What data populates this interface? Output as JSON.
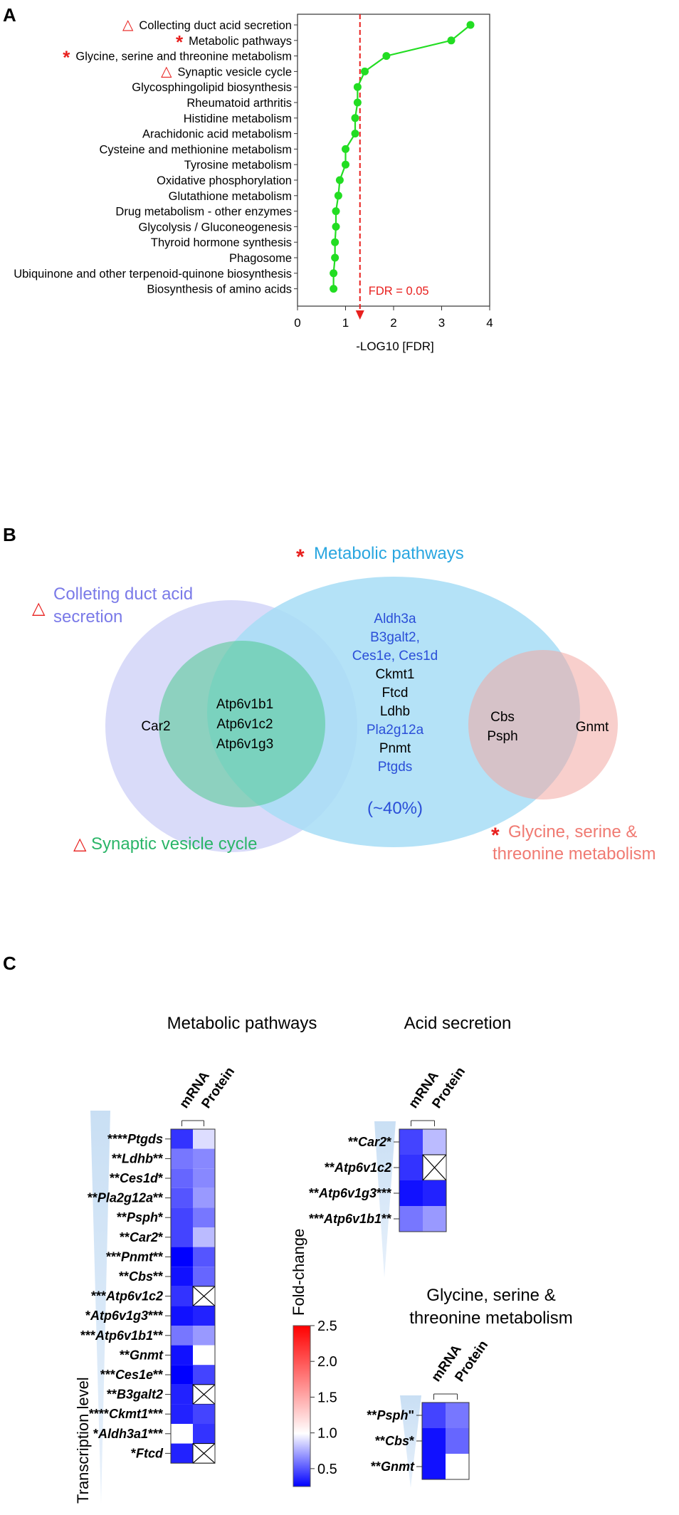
{
  "panel_labels": [
    "A",
    "B",
    "C"
  ],
  "colors": {
    "line": "#22dd22",
    "threshold": "#e8201e",
    "marker": "#e8201e",
    "venn_blue_circle": "#c5c8f6",
    "venn_green_circle": "#6fd6a6",
    "venn_cyan_ellipse": "#a7ddf6",
    "venn_pink_circle": "#f6c4c0",
    "gene_blue": "#2b4fd8",
    "heat_low": "#0000ff",
    "heat_mid": "#ffffff",
    "heat_high": "#ff0000"
  },
  "chart_data": [
    {
      "type": "line",
      "categories": [
        "Collecting duct acid secretion",
        "Metabolic pathways",
        "Glycine, serine and threonine metabolism",
        "Synaptic vesicle cycle",
        "Glycosphingolipid biosynthesis",
        "Rheumatoid arthritis",
        "Histidine metabolism",
        "Arachidonic acid metabolism",
        "Cysteine and methionine metabolism",
        "Tyrosine metabolism",
        "Oxidative phosphorylation",
        "Glutathione metabolism",
        "Drug metabolism - other enzymes",
        "Glycolysis / Gluconeogenesis",
        "Thyroid hormone synthesis",
        "Phagosome",
        "Ubiquinone and other terpenoid-quinone biosynthesis",
        "Biosynthesis of amino acids"
      ],
      "values": [
        3.6,
        3.2,
        1.85,
        1.4,
        1.25,
        1.25,
        1.2,
        1.2,
        1.0,
        1.0,
        0.88,
        0.85,
        0.8,
        0.8,
        0.78,
        0.78,
        0.75,
        0.75
      ],
      "markers": [
        "triangle",
        "star",
        "star",
        "triangle",
        "",
        "",
        "",
        "",
        "",
        "",
        "",
        "",
        "",
        "",
        "",
        "",
        "",
        ""
      ],
      "xlabel": "-LOG10 [FDR]",
      "xlim": [
        0,
        4
      ],
      "xticks": [
        "0",
        "1",
        "2",
        "3",
        "4"
      ],
      "threshold": 1.3,
      "threshold_label": "FDR = 0.05"
    },
    {
      "type": "heatmap",
      "title": "Metabolic pathways",
      "columns": [
        "mRNA",
        "Protein"
      ],
      "rows": [
        {
          "pre": "****",
          "gene": "Ptgds",
          "post": ""
        },
        {
          "pre": "**",
          "gene": "Ldhb",
          "post": "**"
        },
        {
          "pre": "**",
          "gene": "Ces1d",
          "post": "*"
        },
        {
          "pre": "**",
          "gene": "Pla2g12a",
          "post": "**"
        },
        {
          "pre": "**",
          "gene": "Psph",
          "post": "*"
        },
        {
          "pre": "**",
          "gene": "Car2",
          "post": "*"
        },
        {
          "pre": "***",
          "gene": "Pnmt",
          "post": "**"
        },
        {
          "pre": "**",
          "gene": "Cbs",
          "post": "**"
        },
        {
          "pre": "***",
          "gene": "Atp6v1c2",
          "post": ""
        },
        {
          "pre": "*",
          "gene": "Atp6v1g3",
          "post": "***"
        },
        {
          "pre": "***",
          "gene": "Atp6v1b1",
          "post": "**"
        },
        {
          "pre": "**",
          "gene": "Gnmt",
          "post": ""
        },
        {
          "pre": "***",
          "gene": "Ces1e",
          "post": "**"
        },
        {
          "pre": "**",
          "gene": "B3galt2",
          "post": ""
        },
        {
          "pre": "****",
          "gene": "Ckmt1",
          "post": "***"
        },
        {
          "pre": "*",
          "gene": "Aldh3a1",
          "post": "***"
        },
        {
          "pre": "*",
          "gene": "Ftcd",
          "post": ""
        }
      ],
      "values": [
        [
          0.4,
          0.9
        ],
        [
          0.6,
          0.65
        ],
        [
          0.55,
          0.65
        ],
        [
          0.5,
          0.7
        ],
        [
          0.45,
          0.6
        ],
        [
          0.45,
          0.8
        ],
        [
          0.2,
          0.5
        ],
        [
          0.3,
          0.55
        ],
        [
          0.4,
          null
        ],
        [
          0.3,
          0.35
        ],
        [
          0.6,
          0.7
        ],
        [
          0.3,
          1.0
        ],
        [
          0.2,
          0.45
        ],
        [
          0.35,
          null
        ],
        [
          0.35,
          0.45
        ],
        [
          1.0,
          0.4
        ],
        [
          0.35,
          null
        ]
      ]
    },
    {
      "type": "heatmap",
      "title": "Acid secretion",
      "columns": [
        "mRNA",
        "Protein"
      ],
      "rows": [
        {
          "pre": "**",
          "gene": "Car2",
          "post": "*"
        },
        {
          "pre": "**",
          "gene": "Atp6v1c2",
          "post": ""
        },
        {
          "pre": "**",
          "gene": "Atp6v1g3",
          "post": "***"
        },
        {
          "pre": "***",
          "gene": "Atp6v1b1",
          "post": "**"
        }
      ],
      "values": [
        [
          0.45,
          0.8
        ],
        [
          0.4,
          null
        ],
        [
          0.3,
          0.35
        ],
        [
          0.6,
          0.7
        ]
      ]
    },
    {
      "type": "heatmap",
      "title": "Glycine, serine & threonine metabolism",
      "columns": [
        "mRNA",
        "Protein"
      ],
      "rows": [
        {
          "pre": "**",
          "gene": "Psph",
          "post": "\""
        },
        {
          "pre": "**",
          "gene": "Cbs",
          "post": "*"
        },
        {
          "pre": "**",
          "gene": "Gnmt",
          "post": ""
        }
      ],
      "values": [
        [
          0.45,
          0.6
        ],
        [
          0.3,
          0.55
        ],
        [
          0.3,
          1.0
        ]
      ]
    }
  ],
  "colorbar": {
    "label": "Fold-change",
    "ticks": [
      "2.5",
      "2.0",
      "1.5",
      "1.0",
      "0.5"
    ],
    "range": [
      0.25,
      2.5
    ]
  },
  "transcription_label": "Transcription level",
  "venn": {
    "title_metabolic": "Metabolic pathways",
    "title_colleting": "Colleting duct acid secretion",
    "title_synaptic": "Synaptic vesicle cycle",
    "title_glycine": "Glycine, serine & threonine metabolism",
    "car2": "Car2",
    "atp_genes": [
      "Atp6v1b1",
      "Atp6v1c2",
      "Atp6v1g3"
    ],
    "metabolic_genes": [
      {
        "text": "Aldh3a",
        "blue": true
      },
      {
        "text": "B3galt2,",
        "blue": true
      },
      {
        "text": "Ces1e, Ces1d",
        "blue": true
      },
      {
        "text": "Ckmt1",
        "blue": false
      },
      {
        "text": "Ftcd",
        "blue": false
      },
      {
        "text": "Ldhb",
        "blue": false
      },
      {
        "text": "Pla2g12a",
        "blue": true
      },
      {
        "text": "Pnmt",
        "blue": false
      },
      {
        "text": "Ptgds",
        "blue": true
      }
    ],
    "percent": "(~40%)",
    "shared_glycine": [
      "Cbs",
      "Psph"
    ],
    "gnmt": "Gnmt"
  }
}
